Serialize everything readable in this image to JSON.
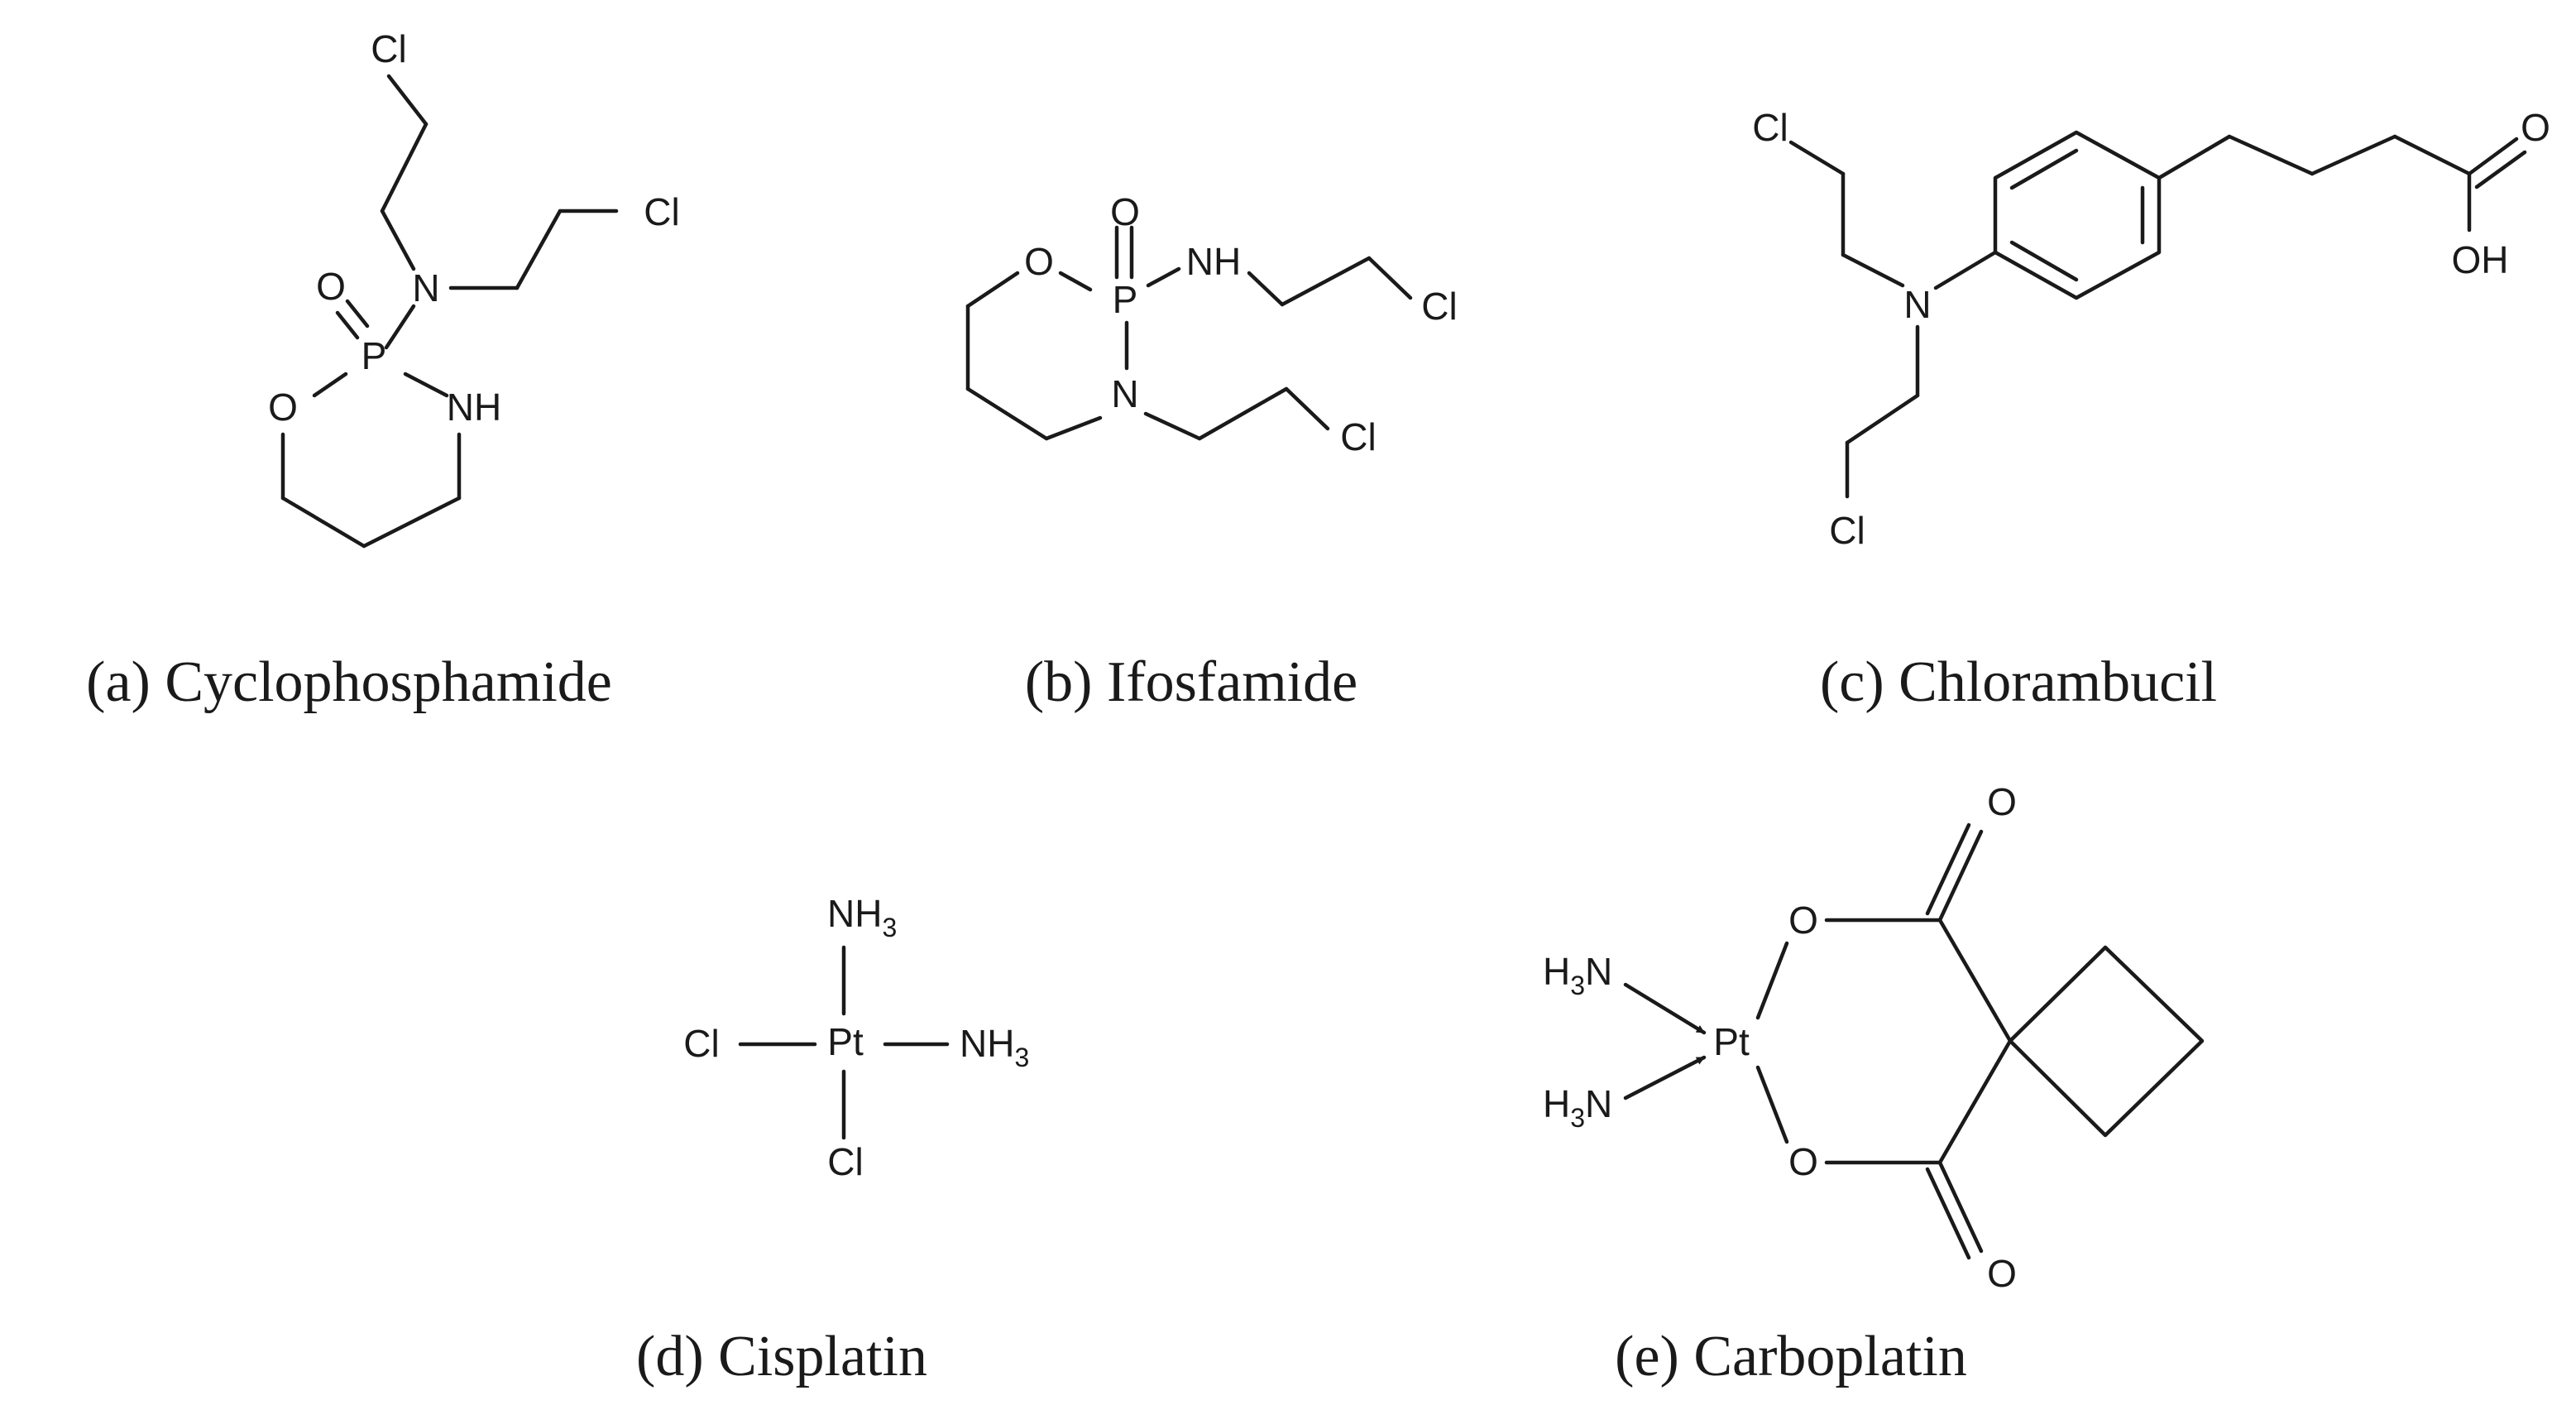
{
  "figure": {
    "panels": [
      {
        "id": "a",
        "caption": "(a) Cyclophosphamide",
        "atoms": {
          "cl_top": "Cl",
          "cl_right": "Cl",
          "n": "N",
          "o_double": "O",
          "p": "P",
          "o_ring": "O",
          "nh": "NH"
        }
      },
      {
        "id": "b",
        "caption": "(b) Ifosfamide",
        "atoms": {
          "o_double": "O",
          "o_ring": "O",
          "p": "P",
          "nh": "NH",
          "cl_upper": "Cl",
          "n": "N",
          "cl_lower": "Cl"
        }
      },
      {
        "id": "c",
        "caption": "(c) Chlorambucil",
        "atoms": {
          "cl_top": "Cl",
          "n": "N",
          "cl_bottom": "Cl",
          "o_double": "O",
          "oh": "OH"
        }
      },
      {
        "id": "d",
        "caption": "(d) Cisplatin",
        "atoms": {
          "pt": "Pt",
          "nh3_top": "NH",
          "nh3_right": "NH",
          "cl_left": "Cl",
          "cl_bottom": "Cl",
          "sub3": "3"
        }
      },
      {
        "id": "e",
        "caption": "(e) Carboplatin",
        "atoms": {
          "pt": "Pt",
          "h": "H",
          "sub3": "3",
          "n": "N",
          "o_ring": "O",
          "o_double": "O"
        }
      }
    ]
  }
}
